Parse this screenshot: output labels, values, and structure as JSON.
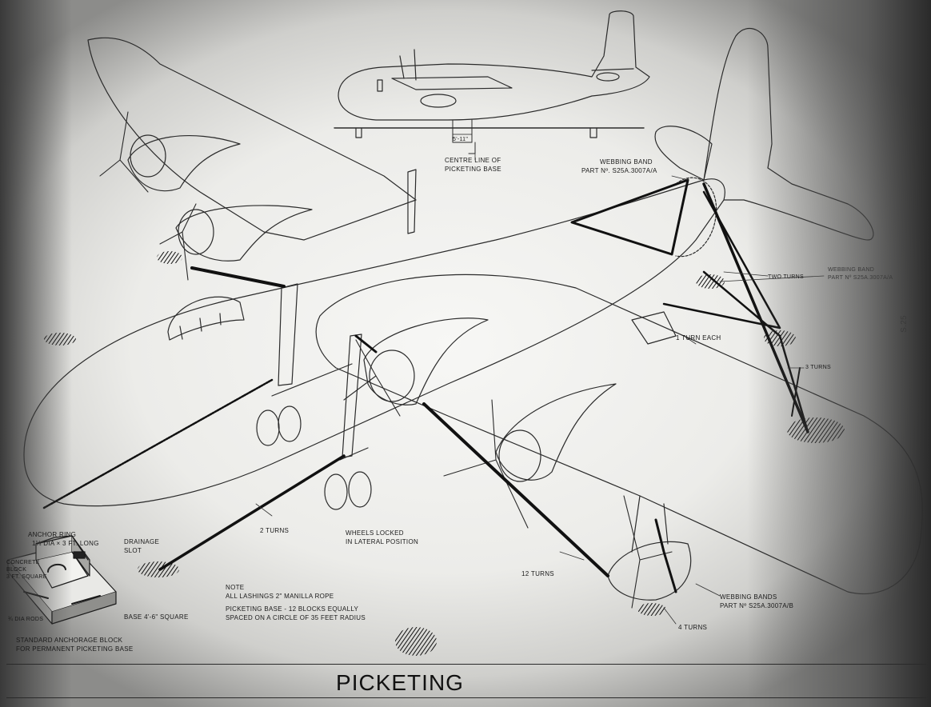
{
  "title": "PICKETING",
  "labels": {
    "centre_line_1": "CENTRE LINE OF",
    "centre_line_2": "PICKETING BASE",
    "dimension": "5'-11\"",
    "webbing_top_1": "WEBBING BAND",
    "webbing_top_2": "PART Nº. S25A.3007A/A",
    "two_turns_tail": "TWO TURNS",
    "webbing_mid_1": "WEBBING BAND",
    "webbing_mid_2": "PART Nº S25A.3007A/A",
    "one_turn_each": "1 TURN EACH",
    "three_turns": "3 TURNS",
    "anchor_ring_1": "ANCHOR RING",
    "anchor_ring_2": "1¼ DIA × 3 FT. LONG",
    "drainage_1": "DRAINAGE",
    "drainage_2": "SLOT",
    "concrete_1": "CONCRETE",
    "concrete_2": "BLOCK",
    "concrete_3": "3 FT. SQUARE",
    "rods": "¾ DIA RODS",
    "base": "BASE 4'-6\" SQUARE",
    "std_block_1": "STANDARD ANCHORAGE BLOCK",
    "std_block_2": "FOR PERMANENT PICKETING BASE",
    "two_turns": "2 TURNS",
    "wheels_1": "WHEELS LOCKED",
    "wheels_2": "IN LATERAL POSITION",
    "note_head": "NOTE",
    "note_1": "ALL LASHINGS 2\" MANILLA ROPE",
    "note_2": "PICKETING BASE - 12 BLOCKS EQUALLY",
    "note_3": "SPACED ON A CIRCLE OF 35 FEET RADIUS",
    "twelve_turns": "12 TURNS",
    "webbing_bot_1": "WEBBING BANDS",
    "webbing_bot_2": "PART Nº S25A.3007A/B",
    "four_turns": "4 TURNS",
    "side_mark": "S.25"
  }
}
